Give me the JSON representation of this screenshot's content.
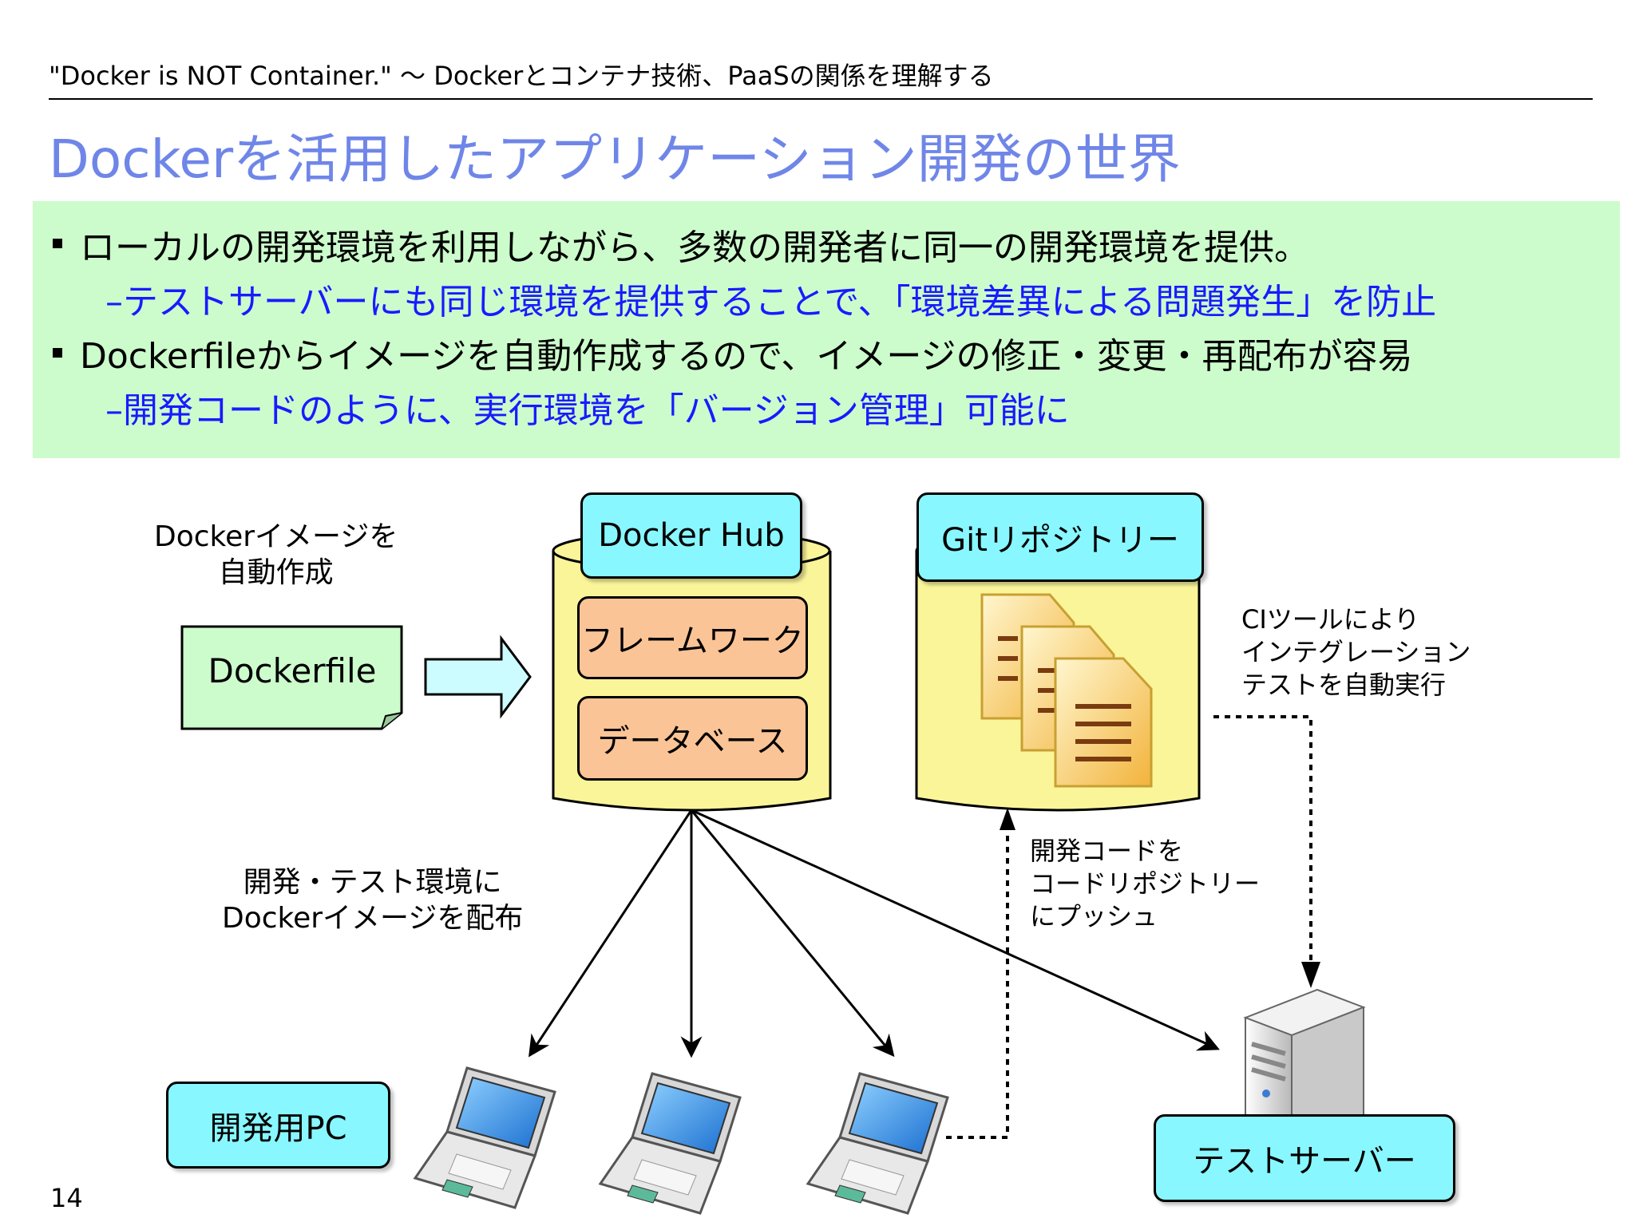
{
  "header": {
    "text": "\"Docker is NOT Container.\" 〜 Dockerとコンテナ技術、PaaSの関係を理解する"
  },
  "title": "Dockerを活用したアプリケーション開発の世界",
  "bullets": [
    {
      "text": "ローカルの開発環境を利用しながら、多数の開発者に同一の開発環境を提供。",
      "sub": "–テストサーバーにも同じ環境を提供することで、「環境差異による問題発生」を防止"
    },
    {
      "text": "Dockerfileからイメージを自動作成するので、イメージの修正・変更・再配布が容易",
      "sub": "–開発コードのように、実行環境を「バージョン管理」可能に"
    }
  ],
  "diagram": {
    "auto_create_label": [
      "Dockerイメージを",
      "自動作成"
    ],
    "dockerfile_label": "Dockerfile",
    "docker_hub_label": "Docker Hub",
    "framework_label": "フレームワーク",
    "database_label": "データベース",
    "git_repo_label": "Gitリポジトリー",
    "ci_label": [
      "CIツールにより",
      "インテグレーション",
      "テストを自動実行"
    ],
    "push_label": [
      "開発コードを",
      "コードリポジトリー",
      "にプッシュ"
    ],
    "distribute_label": [
      "開発・テスト環境に",
      "Dockerイメージを配布"
    ],
    "dev_pc_label": "開発用PC",
    "test_server_label": "テストサーバー"
  },
  "page_number": "14",
  "colors": {
    "title": "#6f86e8",
    "summary_bg": "#ccfccc",
    "sub_text": "#1a1aff",
    "cyan": "#88f7ff",
    "cylinder": "#fbf59a",
    "orange": "#fbc496",
    "dockerfile_bg": "#ccfccc"
  }
}
